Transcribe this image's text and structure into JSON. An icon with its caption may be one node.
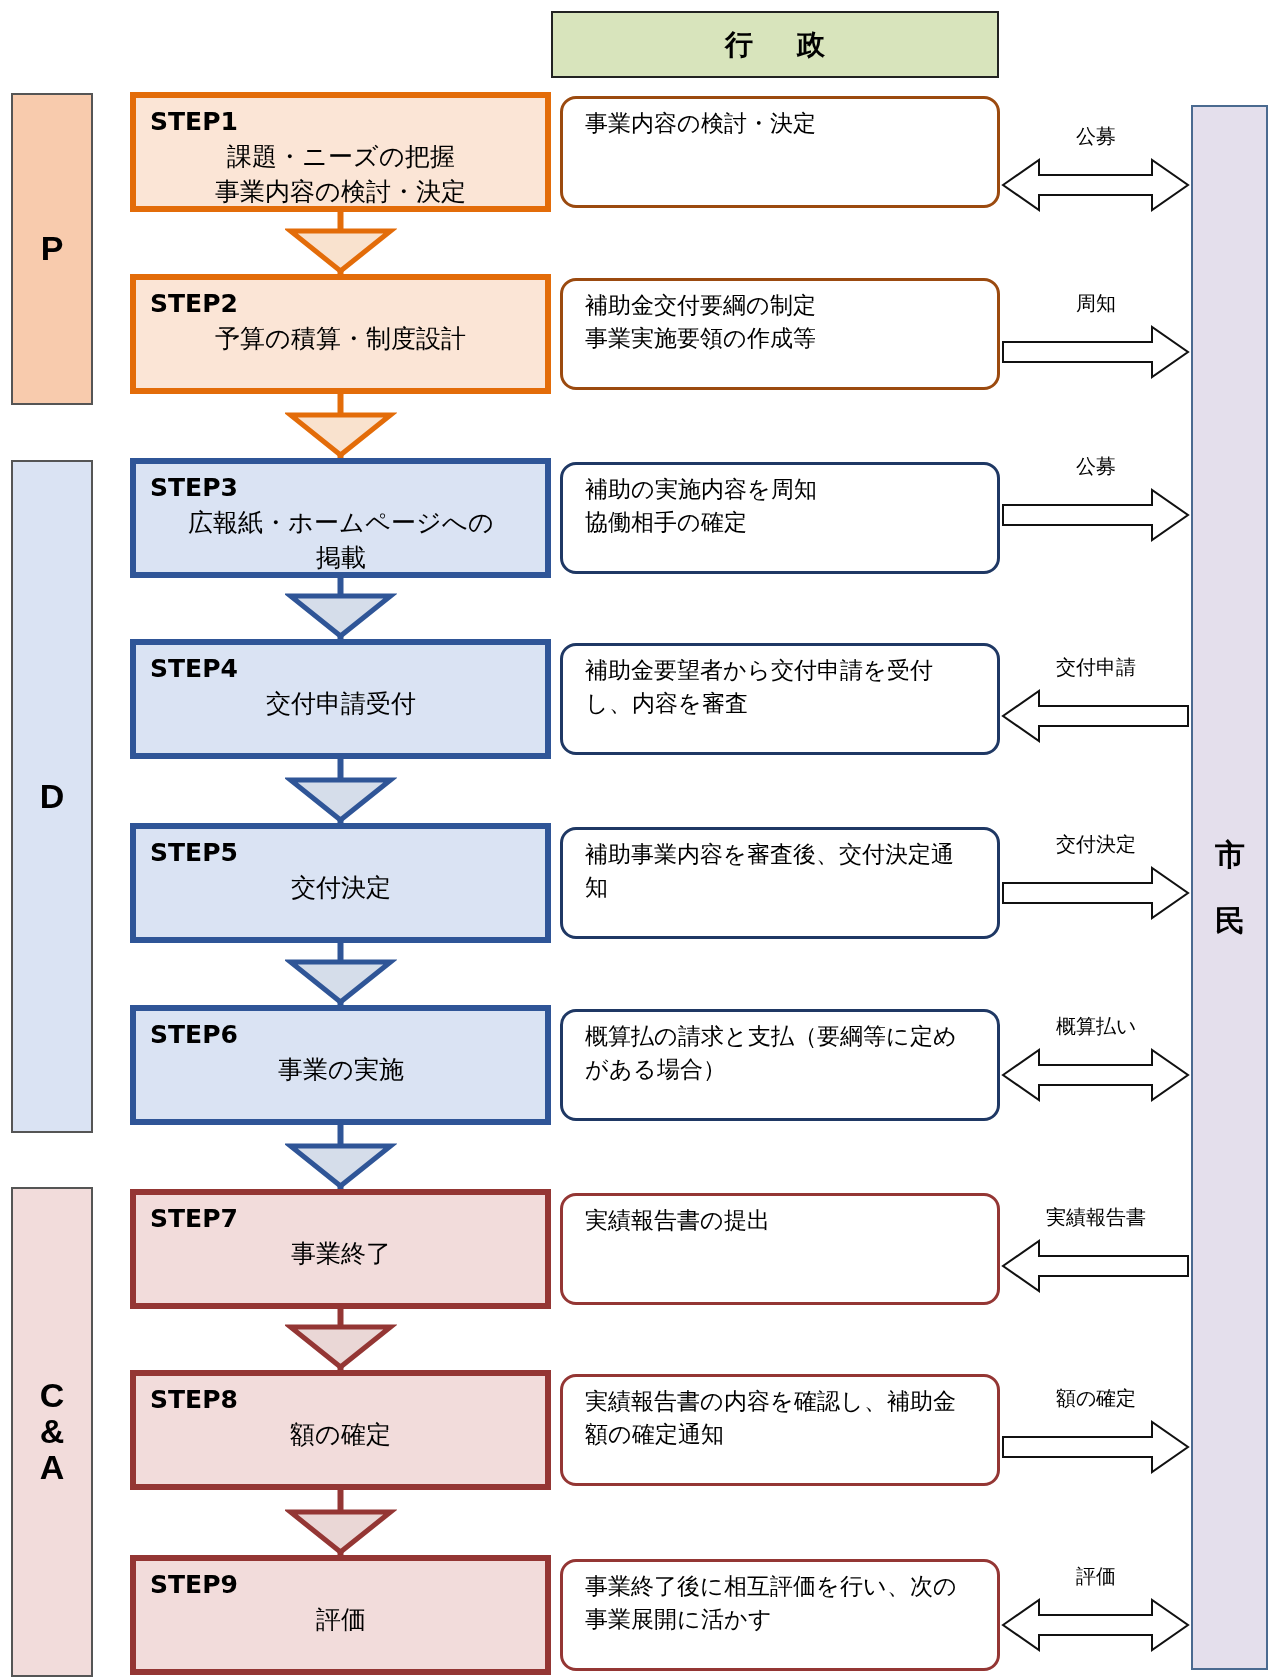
{
  "diagram": {
    "nodes": [
      {
        "text": [
          "行政"
        ]
      },
      {
        "text": [
          "P"
        ]
      },
      {
        "text": [
          "D"
        ]
      },
      {
        "text": [
          "C&A"
        ]
      },
      {
        "text": [
          "市民"
        ]
      },
      {
        "text": [
          "STEP1",
          "課題・ニーズの把握",
          "事業内容の検討・決定"
        ]
      },
      {
        "text": [
          "STEP2",
          "予算の積算・制度設計"
        ]
      },
      {
        "text": [
          "STEP3",
          "広報紙・ホームページへの掲載"
        ]
      },
      {
        "text": [
          "STEP4",
          "交付申請受付"
        ]
      },
      {
        "text": [
          "STEP5",
          "交付決定"
        ]
      },
      {
        "text": [
          "STEP6",
          "事業の実施"
        ]
      },
      {
        "text": [
          "STEP7",
          "事業終了"
        ]
      },
      {
        "text": [
          "STEP8",
          "額の確定"
        ]
      },
      {
        "text": [
          "STEP9",
          "評価"
        ]
      },
      {
        "text": [
          "事業内容の検討・決定"
        ]
      },
      {
        "text": [
          "補助金交付要綱の制定",
          "事業実施要領の作成等"
        ]
      },
      {
        "text": [
          "補助の実施内容を周知",
          "協働相手の確定"
        ]
      },
      {
        "text": [
          "補助金要望者から交付申請を受付し、内容を審査"
        ]
      },
      {
        "text": [
          "補助事業内容を審査後、交付決定通知"
        ]
      },
      {
        "text": [
          "概算払の請求と支払（要綱等に定めがある場合）"
        ]
      },
      {
        "text": [
          "実績報告書の提出"
        ]
      },
      {
        "text": [
          "実績報告書の内容を確認し、補助金額の確定通知"
        ]
      },
      {
        "text": [
          "事業終了後に相互評価を行い、次の事業展開に活かす"
        ]
      }
    ],
    "edges": [
      {
        "from": 5,
        "to": 6,
        "arrow": "to",
        "color": "#e36c09"
      },
      {
        "from": 6,
        "to": 7,
        "arrow": "to",
        "color": "#e36c09"
      },
      {
        "from": 7,
        "to": 8,
        "arrow": "to",
        "color": "#2f5597"
      },
      {
        "from": 8,
        "to": 9,
        "arrow": "to",
        "color": "#2f5597"
      },
      {
        "from": 9,
        "to": 10,
        "arrow": "to",
        "color": "#2f5597"
      },
      {
        "from": 10,
        "to": 11,
        "arrow": "to",
        "color": "#2f5597"
      },
      {
        "from": 11,
        "to": 12,
        "arrow": "to",
        "color": "#943634"
      },
      {
        "from": 12,
        "to": 13,
        "arrow": "to",
        "color": "#943634"
      },
      {
        "from": 14,
        "to": 4,
        "arrow": "both",
        "label": "公募"
      },
      {
        "from": 15,
        "to": 4,
        "arrow": "to",
        "label": "周知"
      },
      {
        "from": 16,
        "to": 4,
        "arrow": "to",
        "label": "公募"
      },
      {
        "from": 4,
        "to": 17,
        "arrow": "to",
        "label": "交付申請"
      },
      {
        "from": 18,
        "to": 4,
        "arrow": "to",
        "label": "交付決定"
      },
      {
        "from": 19,
        "to": 4,
        "arrow": "both",
        "label": "概算払い"
      },
      {
        "from": 4,
        "to": 20,
        "arrow": "to",
        "label": "実績報告書"
      },
      {
        "from": 21,
        "to": 4,
        "arrow": "to",
        "label": "額の確定"
      },
      {
        "from": 22,
        "to": 4,
        "arrow": "both",
        "label": "評価"
      }
    ]
  }
}
